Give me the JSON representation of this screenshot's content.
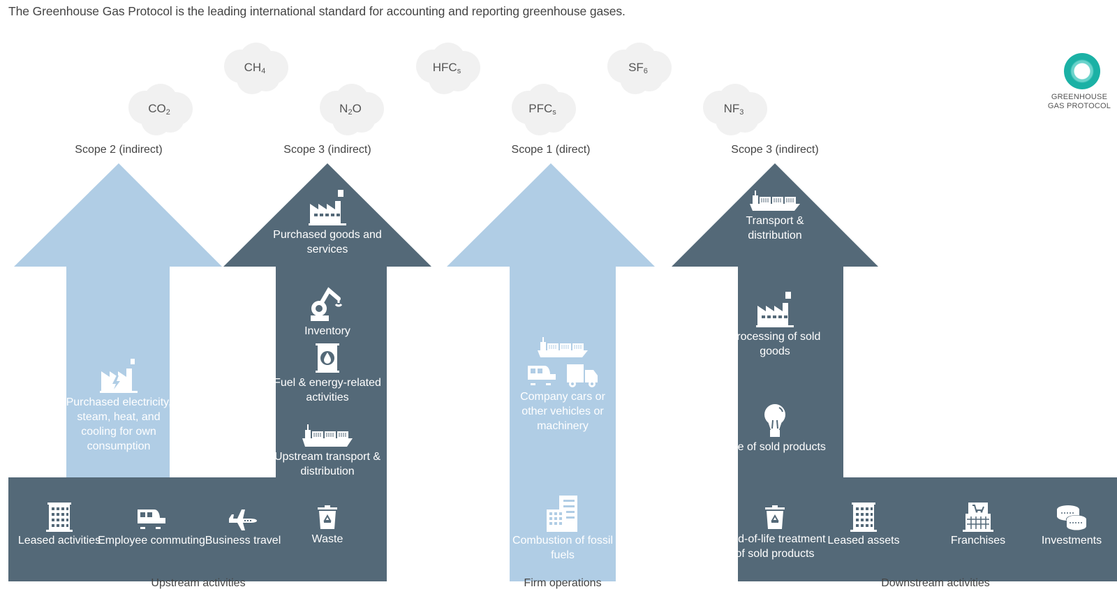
{
  "intro": "The Greenhouse Gas Protocol is the leading international standard for accounting and reporting greenhouse gases.",
  "colors": {
    "light_arrow": "#b0cde5",
    "dark_arrow": "#546978",
    "cloud": "#f1f1f1",
    "logo_teal": "#1bb1a5"
  },
  "gases": [
    {
      "base": "CO",
      "sub": "2"
    },
    {
      "base": "CH",
      "sub": "4"
    },
    {
      "base": "N",
      "sub": "2",
      "after": "O"
    },
    {
      "base": "HFC",
      "sub": "s"
    },
    {
      "base": "PFC",
      "sub": "s"
    },
    {
      "base": "SF",
      "sub": "6"
    },
    {
      "base": "NF",
      "sub": "3"
    }
  ],
  "logo": {
    "line1": "GREENHOUSE",
    "line2": "GAS PROTOCOL"
  },
  "scopes": [
    {
      "label": "Scope 2 (indirect)"
    },
    {
      "label": "Scope 3 (indirect)"
    },
    {
      "label": "Scope 1 (direct)"
    },
    {
      "label": "Scope 3 (indirect)"
    }
  ],
  "items": {
    "purchased_electricity": "Purchased electricity, steam, heat, and cooling for own consumption",
    "purchased_goods": "Purchased goods and services",
    "inventory": "Inventory",
    "fuel_energy": "Fuel & energy-related activities",
    "upstream_transport": "Upstream transport & distribution",
    "leased_activities": "Leased activities",
    "employee_commuting": "Employee commuting",
    "business_travel": "Business travel",
    "waste": "Waste",
    "company_cars": "Company cars or other vehicles or machinery",
    "combustion": "Combustion of fossil fuels",
    "transport_distribution": "Transport & distribution",
    "processing_sold": "Processing of sold goods",
    "use_sold": "Use of sold products",
    "end_of_life": "End-of-life treatment of sold products",
    "leased_assets": "Leased assets",
    "franchises": "Franchises",
    "investments": "Investments"
  },
  "sections": {
    "upstream": "Upstream activities",
    "firm": "Firm operations",
    "downstream": "Downstream activities"
  }
}
